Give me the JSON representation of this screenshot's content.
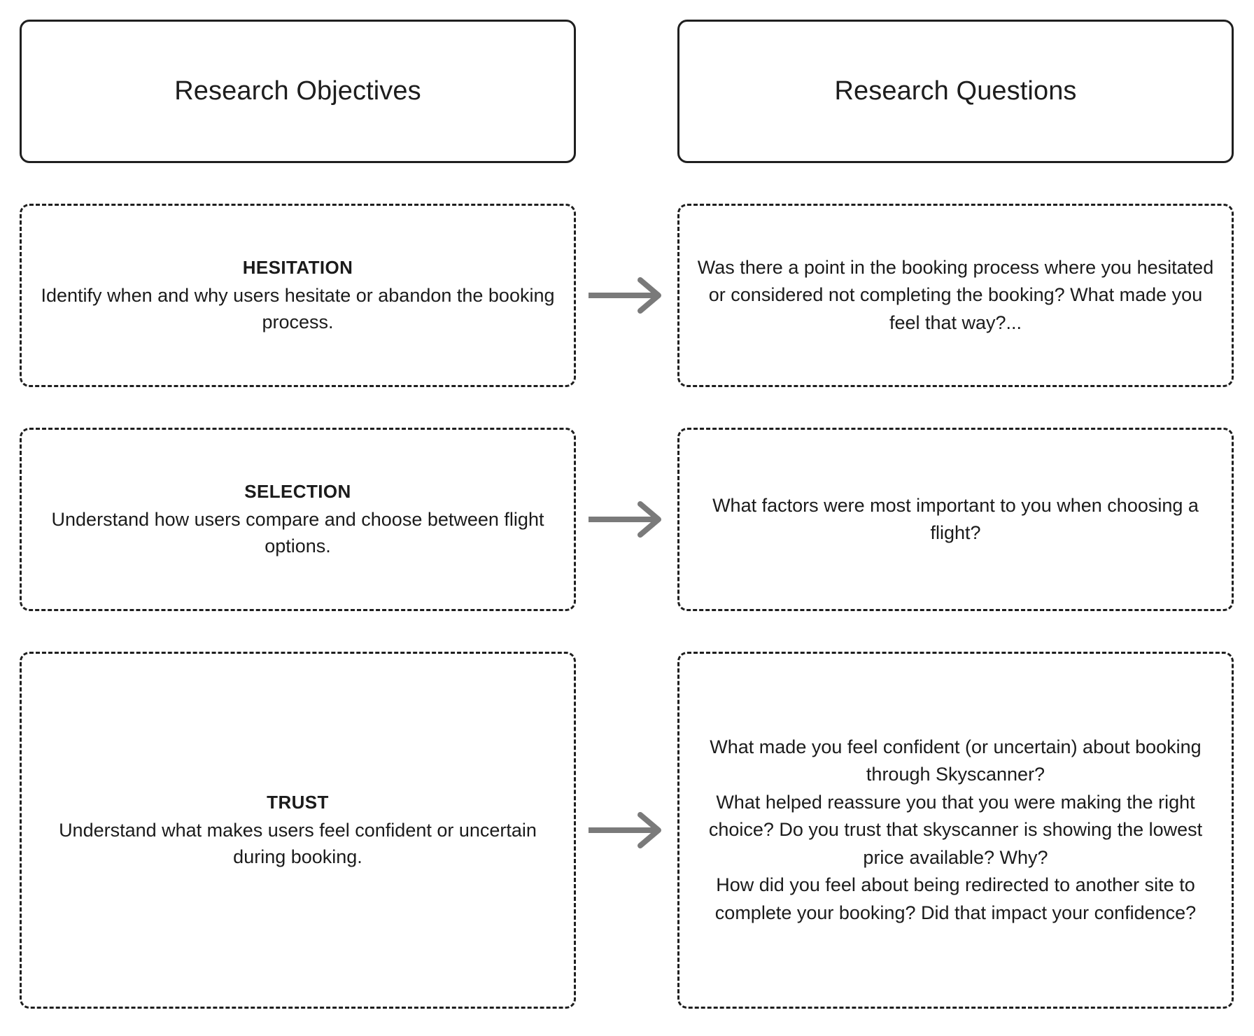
{
  "diagram": {
    "type": "two-column-mapping",
    "arrow_color": "#7a7a7a",
    "border_color": "#1f1f1f",
    "text_color": "#1b1b1b",
    "background": "#ffffff"
  },
  "headers": {
    "left": "Research Objectives",
    "right": "Research Questions"
  },
  "rows": [
    {
      "objective": {
        "heading": "HESITATION",
        "description": "Identify when and why users hesitate or abandon the booking process."
      },
      "arrow": "arrow-right-icon",
      "question": "Was there a point in the booking process where you hesitated or considered not completing the booking? What made you feel that way?..."
    },
    {
      "objective": {
        "heading": "SELECTION",
        "description": "Understand how users compare and choose between flight options."
      },
      "arrow": "arrow-right-icon",
      "question": "What factors were most important to you when choosing a flight?"
    },
    {
      "objective": {
        "heading": "TRUST",
        "description": "Understand what makes users feel confident or uncertain during booking."
      },
      "arrow": "arrow-right-icon",
      "question": "What made you feel confident (or uncertain) about booking through Skyscanner?\nWhat helped reassure you that you were making the right choice? Do you trust that skyscanner is showing the lowest price available? Why?\nHow did you feel about being redirected to another site to complete your booking? Did that impact your confidence?"
    }
  ]
}
